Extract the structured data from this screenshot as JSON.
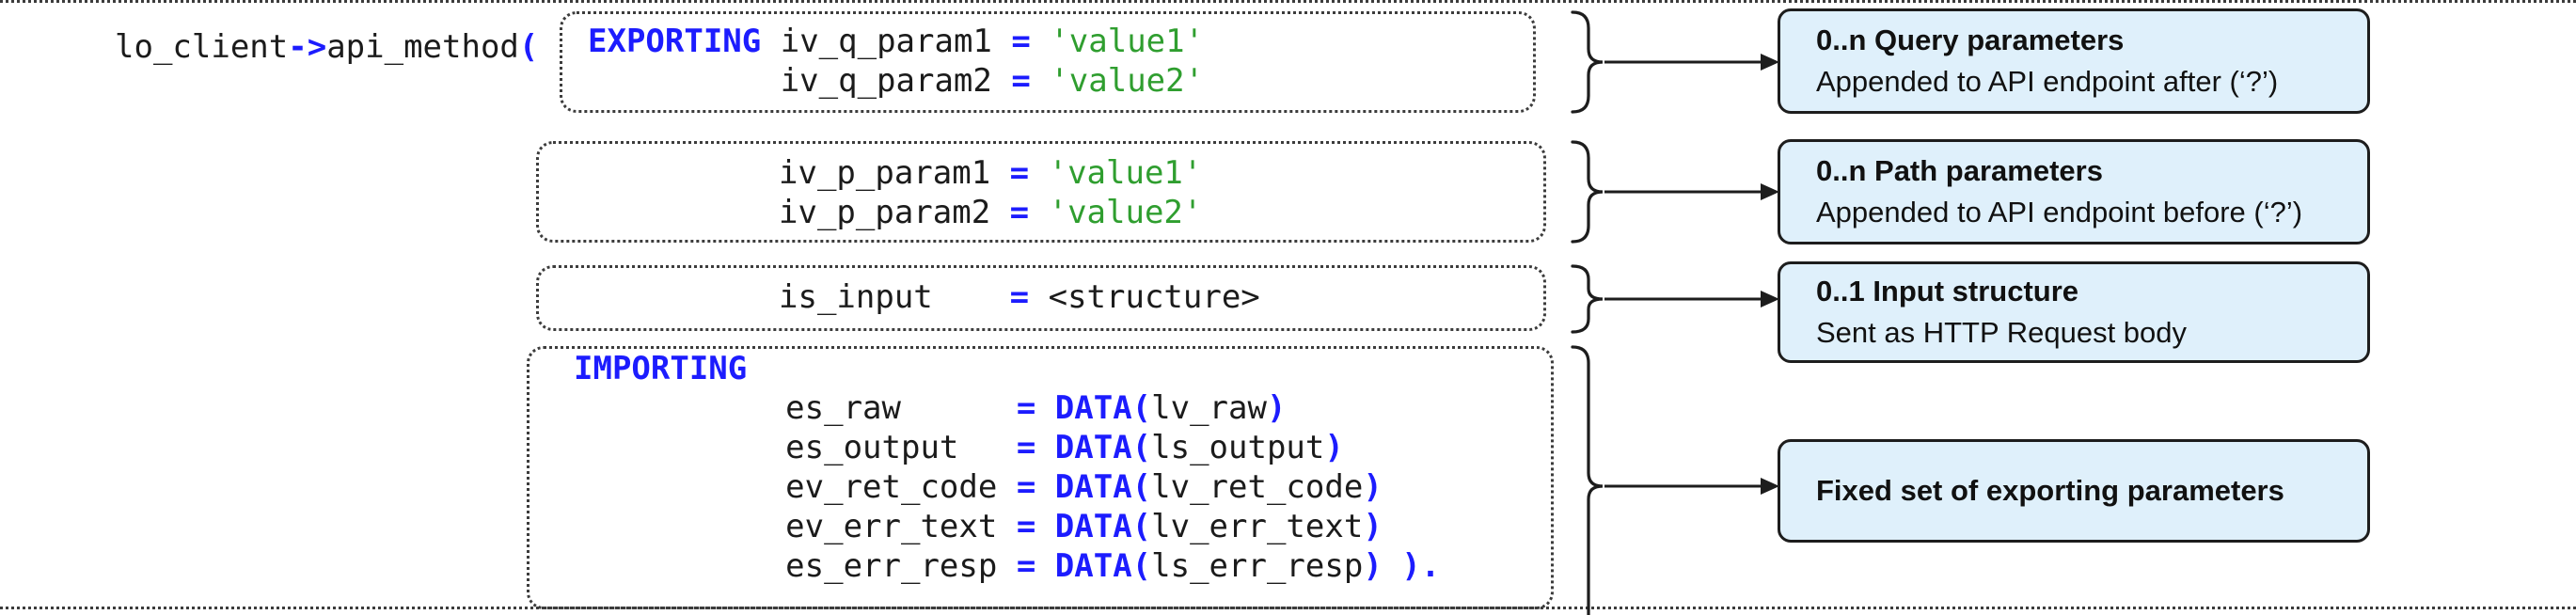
{
  "colors": {
    "keyword_blue": "#1c1cfe",
    "string_green": "#2f9e2f",
    "code_ink": "#1b1b1b",
    "callout_bg": "#dff0fb",
    "callout_border": "#1d1d1d",
    "dash_ink": "#3c3c3c"
  },
  "main_call": [
    {
      "t": "lo_client",
      "c": "k"
    },
    {
      "t": "->",
      "c": "b"
    },
    {
      "t": "api_method",
      "c": "k"
    },
    {
      "t": "(",
      "c": "b"
    }
  ],
  "code_boxes": [
    {
      "name": "query-parameters",
      "lines": [
        [
          {
            "t": "EXPORTING",
            "c": "b"
          },
          {
            "t": " ",
            "c": "k"
          },
          {
            "t": "iv_q_param1 ",
            "c": "k"
          },
          {
            "t": "=",
            "c": "b"
          },
          {
            "t": " ",
            "c": "k"
          },
          {
            "t": "'value1'",
            "c": "g"
          }
        ],
        [
          {
            "t": "          iv_q_param2 ",
            "c": "k"
          },
          {
            "t": "=",
            "c": "b"
          },
          {
            "t": " ",
            "c": "k"
          },
          {
            "t": "'value2'",
            "c": "g"
          }
        ]
      ]
    },
    {
      "name": "path-parameters",
      "lines": [
        [
          {
            "t": "iv_p_param1 ",
            "c": "k"
          },
          {
            "t": "=",
            "c": "b"
          },
          {
            "t": " ",
            "c": "k"
          },
          {
            "t": "'value1'",
            "c": "g"
          }
        ],
        [
          {
            "t": "iv_p_param2 ",
            "c": "k"
          },
          {
            "t": "=",
            "c": "b"
          },
          {
            "t": " ",
            "c": "k"
          },
          {
            "t": "'value2'",
            "c": "g"
          }
        ]
      ]
    },
    {
      "name": "input-structure",
      "lines": [
        [
          {
            "t": "is_input    ",
            "c": "k"
          },
          {
            "t": "=",
            "c": "b"
          },
          {
            "t": " ",
            "c": "k"
          },
          {
            "t": "<structure>",
            "c": "k"
          }
        ]
      ]
    },
    {
      "name": "exporting-parameters",
      "lines": [
        [
          {
            "t": "IMPORTING",
            "c": "b"
          }
        ],
        [
          {
            "t": "           es_raw      ",
            "c": "k"
          },
          {
            "t": "=",
            "c": "b"
          },
          {
            "t": " ",
            "c": "k"
          },
          {
            "t": "DATA(",
            "c": "b"
          },
          {
            "t": "lv_raw",
            "c": "k"
          },
          {
            "t": ")",
            "c": "b"
          }
        ],
        [
          {
            "t": "           es_output   ",
            "c": "k"
          },
          {
            "t": "=",
            "c": "b"
          },
          {
            "t": " ",
            "c": "k"
          },
          {
            "t": "DATA(",
            "c": "b"
          },
          {
            "t": "ls_output",
            "c": "k"
          },
          {
            "t": ")",
            "c": "b"
          }
        ],
        [
          {
            "t": "           ev_ret_code ",
            "c": "k"
          },
          {
            "t": "=",
            "c": "b"
          },
          {
            "t": " ",
            "c": "k"
          },
          {
            "t": "DATA(",
            "c": "b"
          },
          {
            "t": "lv_ret_code",
            "c": "k"
          },
          {
            "t": ")",
            "c": "b"
          }
        ],
        [
          {
            "t": "           ev_err_text ",
            "c": "k"
          },
          {
            "t": "=",
            "c": "b"
          },
          {
            "t": " ",
            "c": "k"
          },
          {
            "t": "DATA(",
            "c": "b"
          },
          {
            "t": "lv_err_text",
            "c": "k"
          },
          {
            "t": ")",
            "c": "b"
          }
        ],
        [
          {
            "t": "           es_err_resp ",
            "c": "k"
          },
          {
            "t": "=",
            "c": "b"
          },
          {
            "t": " ",
            "c": "k"
          },
          {
            "t": "DATA(",
            "c": "b"
          },
          {
            "t": "ls_err_resp",
            "c": "k"
          },
          {
            "t": ")",
            "c": "b"
          },
          {
            "t": " ",
            "c": "k"
          },
          {
            "t": ").",
            "c": "b"
          }
        ]
      ]
    }
  ],
  "callouts": [
    {
      "title": "0..n Query parameters",
      "subtitle": "Appended to API endpoint after (‘?’)"
    },
    {
      "title": "0..n Path parameters",
      "subtitle": "Appended to API endpoint before (‘?’)"
    },
    {
      "title": "0..1 Input structure",
      "subtitle": "Sent as HTTP Request body"
    },
    {
      "title": "Fixed set of exporting parameters",
      "subtitle": ""
    }
  ]
}
